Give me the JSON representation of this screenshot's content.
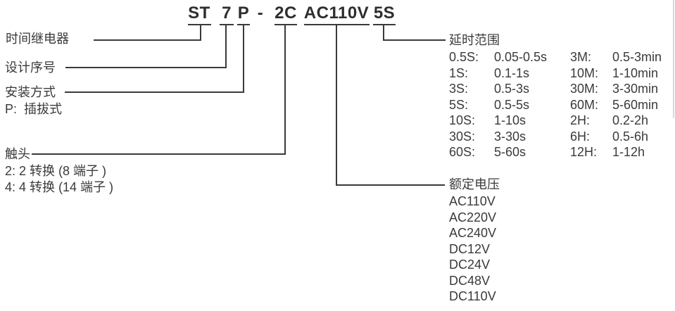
{
  "model_code": {
    "series": "ST",
    "design_no": "7",
    "mounting": "P",
    "separator": "-",
    "contacts": "2C",
    "voltage": "AC110V",
    "delay": "5S"
  },
  "left_labels": {
    "time_relay": "时间继电器",
    "design_series": "设计序号",
    "mounting_type": "安装方式",
    "mounting_option": "P:  插拔式",
    "contacts": "触头",
    "contacts_option_2": "2: 2 转换 (8 端子 )",
    "contacts_option_4": "4: 4 转换 (14 端子 )"
  },
  "rated_voltage": {
    "label": "额定电压",
    "options": [
      "AC110V",
      "AC220V",
      "AC240V",
      "DC12V",
      "DC24V",
      "DC48V",
      "DC110V"
    ]
  },
  "delay_range": {
    "label": "延时范围",
    "rows": [
      [
        "0.5S:",
        "0.05-0.5s",
        "3M:",
        "0.5-3min"
      ],
      [
        "1S:",
        "0.1-1s",
        "10M:",
        "1-10min"
      ],
      [
        "3S:",
        "0.5-3s",
        "30M:",
        "3-30min"
      ],
      [
        "5S:",
        "0.5-5s",
        "60M:",
        "5-60min"
      ],
      [
        "10S:",
        "1-10s",
        "2H:",
        "0.2-2h"
      ],
      [
        "30S:",
        "3-30s",
        "6H:",
        "0.5-6h"
      ],
      [
        "60S:",
        "5-60s",
        "12H:",
        "1-12h"
      ]
    ]
  },
  "colors": {
    "text": "#3a3a3a",
    "line": "#3a3a3a",
    "page_edge": "#cccccc"
  }
}
